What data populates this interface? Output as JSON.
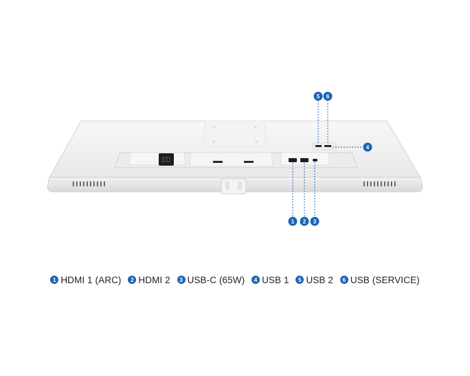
{
  "accent_color": "#1d64b4",
  "callouts": [
    {
      "number": "1"
    },
    {
      "number": "2"
    },
    {
      "number": "3"
    },
    {
      "number": "4"
    },
    {
      "number": "5"
    },
    {
      "number": "6"
    }
  ],
  "legend": [
    {
      "number": "1",
      "label": "HDMI 1 (ARC)"
    },
    {
      "number": "2",
      "label": "HDMI 2"
    },
    {
      "number": "3",
      "label": "USB-C (65W)"
    },
    {
      "number": "4",
      "label": "USB 1"
    },
    {
      "number": "5",
      "label": "USB 2"
    },
    {
      "number": "6",
      "label": "USB (SERVICE)"
    }
  ]
}
